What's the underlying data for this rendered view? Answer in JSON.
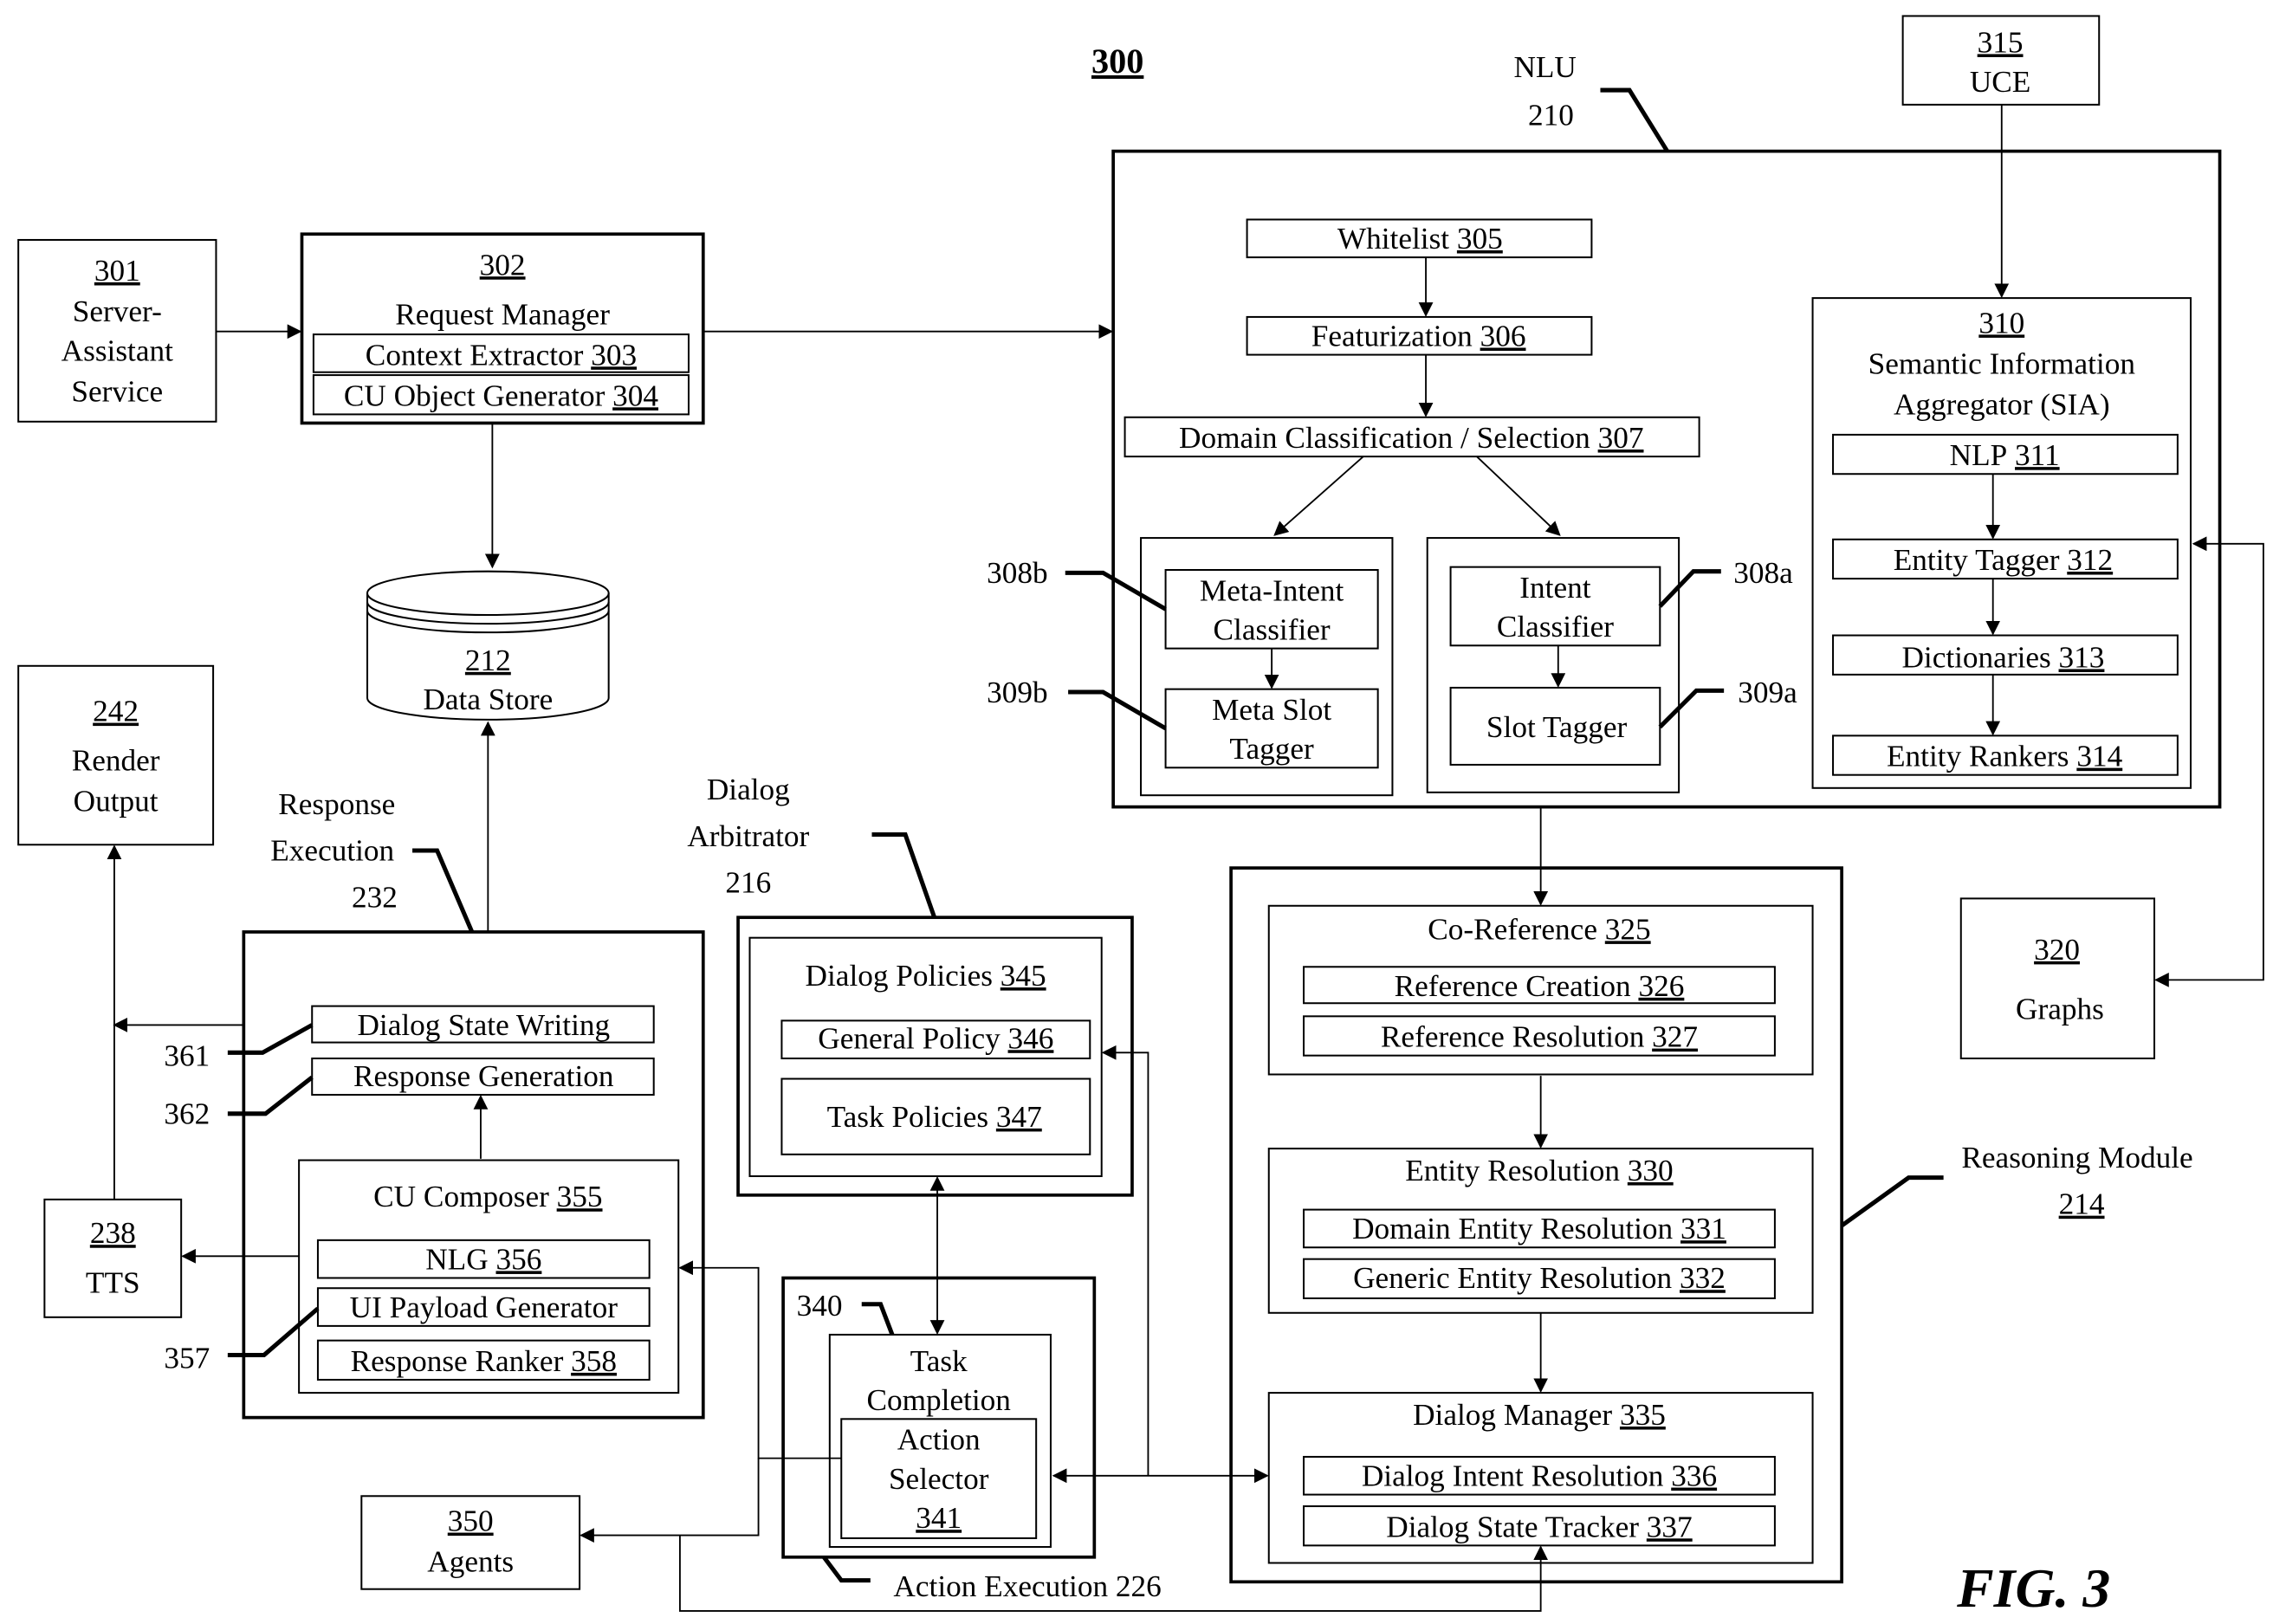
{
  "figure": {
    "number": "300",
    "caption": "FIG. 3"
  },
  "nodes": {
    "server_assistant": {
      "id": "301",
      "lines": [
        "Server-",
        "Assistant",
        "Service"
      ]
    },
    "request_manager": {
      "id": "302",
      "title": "Request Manager",
      "context_extractor": {
        "label": "Context Extractor",
        "id": "303"
      },
      "cu_object_generator": {
        "label": "CU Object Generator",
        "id": "304"
      }
    },
    "data_store": {
      "id": "212",
      "label": "Data Store"
    },
    "render_output": {
      "id": "242",
      "lines": [
        "Render",
        "Output"
      ]
    },
    "tts": {
      "id": "238",
      "label": "TTS"
    },
    "agents": {
      "id": "350",
      "label": "Agents"
    },
    "uce": {
      "id": "315",
      "label": "UCE"
    },
    "graphs": {
      "id": "320",
      "label": "Graphs"
    },
    "nlu": {
      "whitelist": {
        "label": "Whitelist",
        "id": "305"
      },
      "featurization": {
        "label": "Featurization",
        "id": "306"
      },
      "domain_classification": {
        "label": "Domain Classification / Selection",
        "id": "307"
      },
      "meta_intent_classifier": {
        "lines": [
          "Meta-Intent",
          "Classifier"
        ]
      },
      "meta_slot_tagger": {
        "lines": [
          "Meta Slot",
          "Tagger"
        ]
      },
      "intent_classifier": {
        "lines": [
          "Intent",
          "Classifier"
        ]
      },
      "slot_tagger": {
        "label": "Slot Tagger"
      },
      "sia": {
        "id": "310",
        "lines": [
          "Semantic Information",
          "Aggregator (SIA)"
        ],
        "nlp": {
          "label": "NLP",
          "id": "311"
        },
        "entity_tagger": {
          "label": "Entity Tagger",
          "id": "312"
        },
        "dictionaries": {
          "label": "Dictionaries",
          "id": "313"
        },
        "entity_rankers": {
          "label": "Entity Rankers",
          "id": "314"
        }
      }
    },
    "reasoning": {
      "co_reference": {
        "label": "Co-Reference",
        "id": "325"
      },
      "reference_creation": {
        "label": "Reference Creation",
        "id": "326"
      },
      "reference_resolution": {
        "label": "Reference Resolution",
        "id": "327"
      },
      "entity_resolution": {
        "label": "Entity Resolution",
        "id": "330"
      },
      "domain_entity_resolution": {
        "label": "Domain Entity Resolution",
        "id": "331"
      },
      "generic_entity_resolution": {
        "label": "Generic Entity Resolution",
        "id": "332"
      },
      "dialog_manager": {
        "label": "Dialog Manager",
        "id": "335"
      },
      "dialog_intent_resolution": {
        "label": "Dialog Intent Resolution",
        "id": "336"
      },
      "dialog_state_tracker": {
        "label": "Dialog State Tracker",
        "id": "337"
      }
    },
    "dialog_arbitrator": {
      "dialog_policies": {
        "label": "Dialog Policies",
        "id": "345"
      },
      "general_policy": {
        "label": "General Policy",
        "id": "346"
      },
      "task_policies": {
        "label": "Task Policies",
        "id": "347"
      }
    },
    "action_execution": {
      "task_completion": {
        "lines": [
          "Task",
          "Completion"
        ]
      },
      "action_selector": {
        "lines": [
          "Action",
          "Selector"
        ],
        "id": "341"
      }
    },
    "response_execution": {
      "dialog_state_writing": {
        "label": "Dialog State Writing"
      },
      "response_generation": {
        "label": "Response Generation"
      },
      "cu_composer": {
        "label": "CU Composer",
        "id": "355"
      },
      "nlg": {
        "label": "NLG",
        "id": "356"
      },
      "ui_payload_generator": {
        "label": "UI Payload Generator"
      },
      "response_ranker": {
        "label": "Response Ranker",
        "id": "358"
      }
    }
  },
  "callouts": {
    "nlu_name": "NLU",
    "nlu_ref": "210",
    "reasoning_name": "Reasoning Module",
    "reasoning_ref": "214",
    "dialog_arbitrator_lines": [
      "Dialog",
      "Arbitrator",
      "216"
    ],
    "response_execution_lines": [
      "Response",
      "Execution",
      "232"
    ],
    "action_execution": "Action Execution 226",
    "c340": "340",
    "c308a": "308a",
    "c308b": "308b",
    "c309a": "309a",
    "c309b": "309b",
    "c361": "361",
    "c362": "362",
    "c357": "357"
  }
}
